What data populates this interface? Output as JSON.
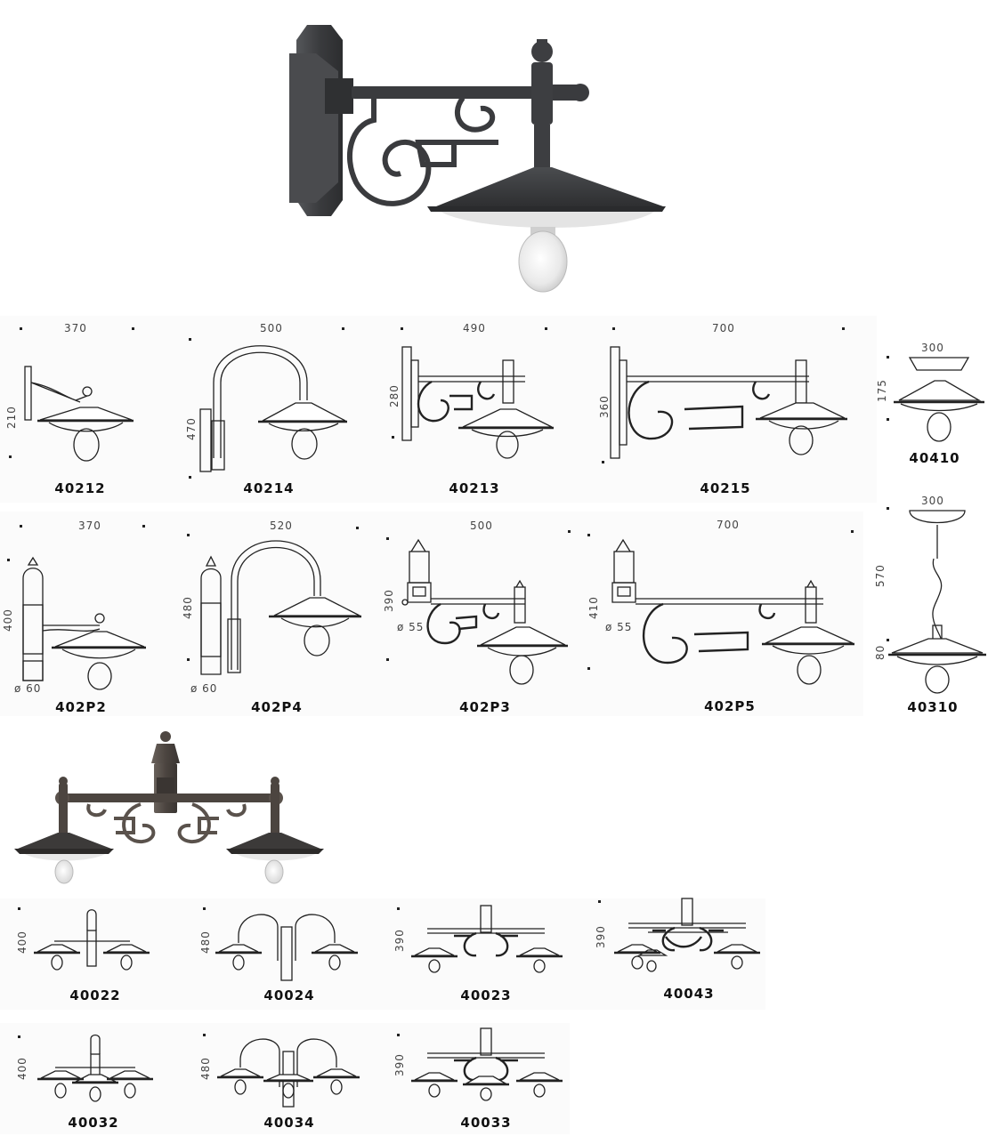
{
  "colors": {
    "metal_dark": "#3d3e40",
    "metal_rust": "#57504b",
    "diffuser": "#eeeeee",
    "line": "#222222"
  },
  "models": {
    "m40212": {
      "code": "40212",
      "width": "370",
      "height": "210"
    },
    "m40214": {
      "code": "40214",
      "width": "500",
      "height": "470"
    },
    "m40213": {
      "code": "40213",
      "width": "490",
      "height": "280"
    },
    "m40215": {
      "code": "40215",
      "width": "700",
      "height": "360"
    },
    "m40410": {
      "code": "40410",
      "width": "300",
      "height": "175"
    },
    "m402P2": {
      "code": "402P2",
      "width": "370",
      "height": "400",
      "diameter": "ø 60"
    },
    "m402P4": {
      "code": "402P4",
      "width": "520",
      "height": "480",
      "diameter": "ø 60"
    },
    "m402P3": {
      "code": "402P3",
      "width": "500",
      "height": "390",
      "diameter": "ø 55"
    },
    "m402P5": {
      "code": "402P5",
      "width": "700",
      "height": "410",
      "diameter": "ø 55"
    },
    "m40310": {
      "code": "40310",
      "width": "300",
      "height": "570",
      "height2": "80"
    },
    "m40022": {
      "code": "40022",
      "height": "400"
    },
    "m40024": {
      "code": "40024",
      "height": "480"
    },
    "m40023": {
      "code": "40023",
      "height": "390"
    },
    "m40043": {
      "code": "40043",
      "height": "390"
    },
    "m40032": {
      "code": "40032",
      "height": "400"
    },
    "m40034": {
      "code": "40034",
      "height": "480"
    },
    "m40033": {
      "code": "40033",
      "height": "390"
    }
  }
}
